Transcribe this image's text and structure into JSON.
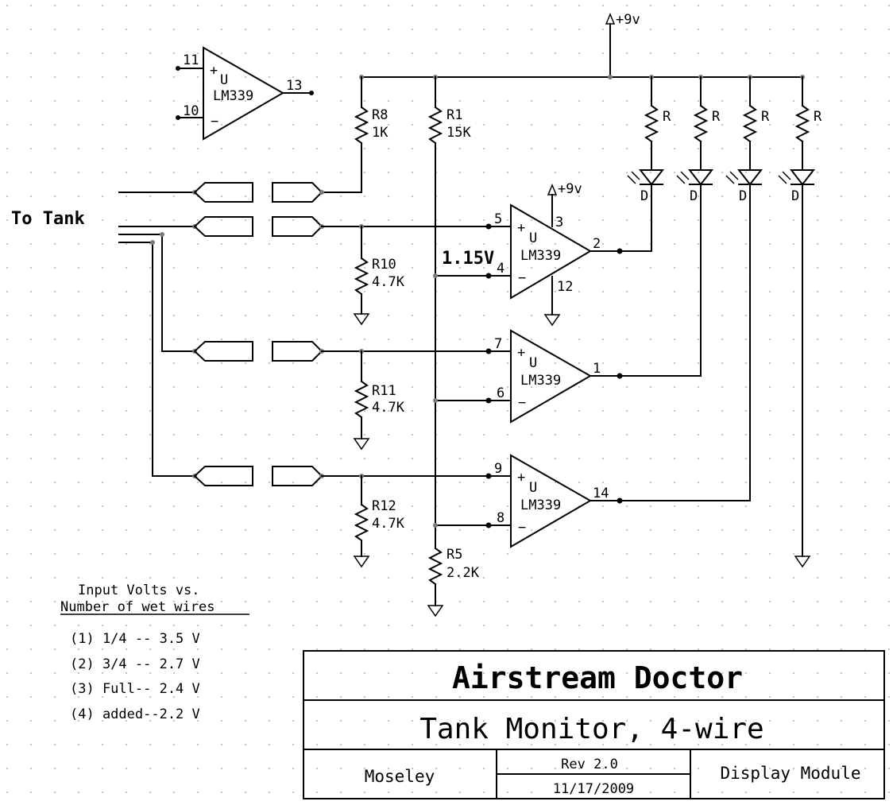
{
  "supply": {
    "top": "+9v",
    "mid": "+9v"
  },
  "connector_label": "To Tank",
  "reference_voltage": "1.15V",
  "standalone_opamp": {
    "name": "LM339",
    "unit": "U",
    "plus": "+",
    "minus": "−",
    "pin_plus": "11",
    "pin_minus": "10",
    "pin_out": "13"
  },
  "opamps": [
    {
      "name": "LM339",
      "unit": "U",
      "plus": "+",
      "minus": "−",
      "pin_plus": "5",
      "pin_minus": "4",
      "pin_out": "2",
      "pin_vcc": "3",
      "pin_gnd": "12"
    },
    {
      "name": "LM339",
      "unit": "U",
      "plus": "+",
      "minus": "−",
      "pin_plus": "7",
      "pin_minus": "6",
      "pin_out": "1"
    },
    {
      "name": "LM339",
      "unit": "U",
      "plus": "+",
      "minus": "−",
      "pin_plus": "9",
      "pin_minus": "8",
      "pin_out": "14"
    }
  ],
  "resistors": {
    "r8": {
      "ref": "R8",
      "value": "1K"
    },
    "r1": {
      "ref": "R1",
      "value": "15K"
    },
    "r10": {
      "ref": "R10",
      "value": "4.7K"
    },
    "r11": {
      "ref": "R11",
      "value": "4.7K"
    },
    "r12": {
      "ref": "R12",
      "value": "4.7K"
    },
    "r5": {
      "ref": "R5",
      "value": "2.2K"
    },
    "led_r": "R"
  },
  "led_label": "D",
  "legend": {
    "title_line1": "Input Volts vs.",
    "title_line2": "Number of wet wires",
    "rows": [
      "(1) 1/4 -- 3.5 V",
      "(2) 3/4 -- 2.7 V",
      "(3) Full-- 2.4 V",
      "(4) added--2.2 V"
    ]
  },
  "title_block": {
    "company": "Airstream Doctor",
    "title": "Tank Monitor, 4-wire",
    "author": "Moseley",
    "revision": "Rev 2.0",
    "date": "11/17/2009",
    "module": "Display Module"
  }
}
